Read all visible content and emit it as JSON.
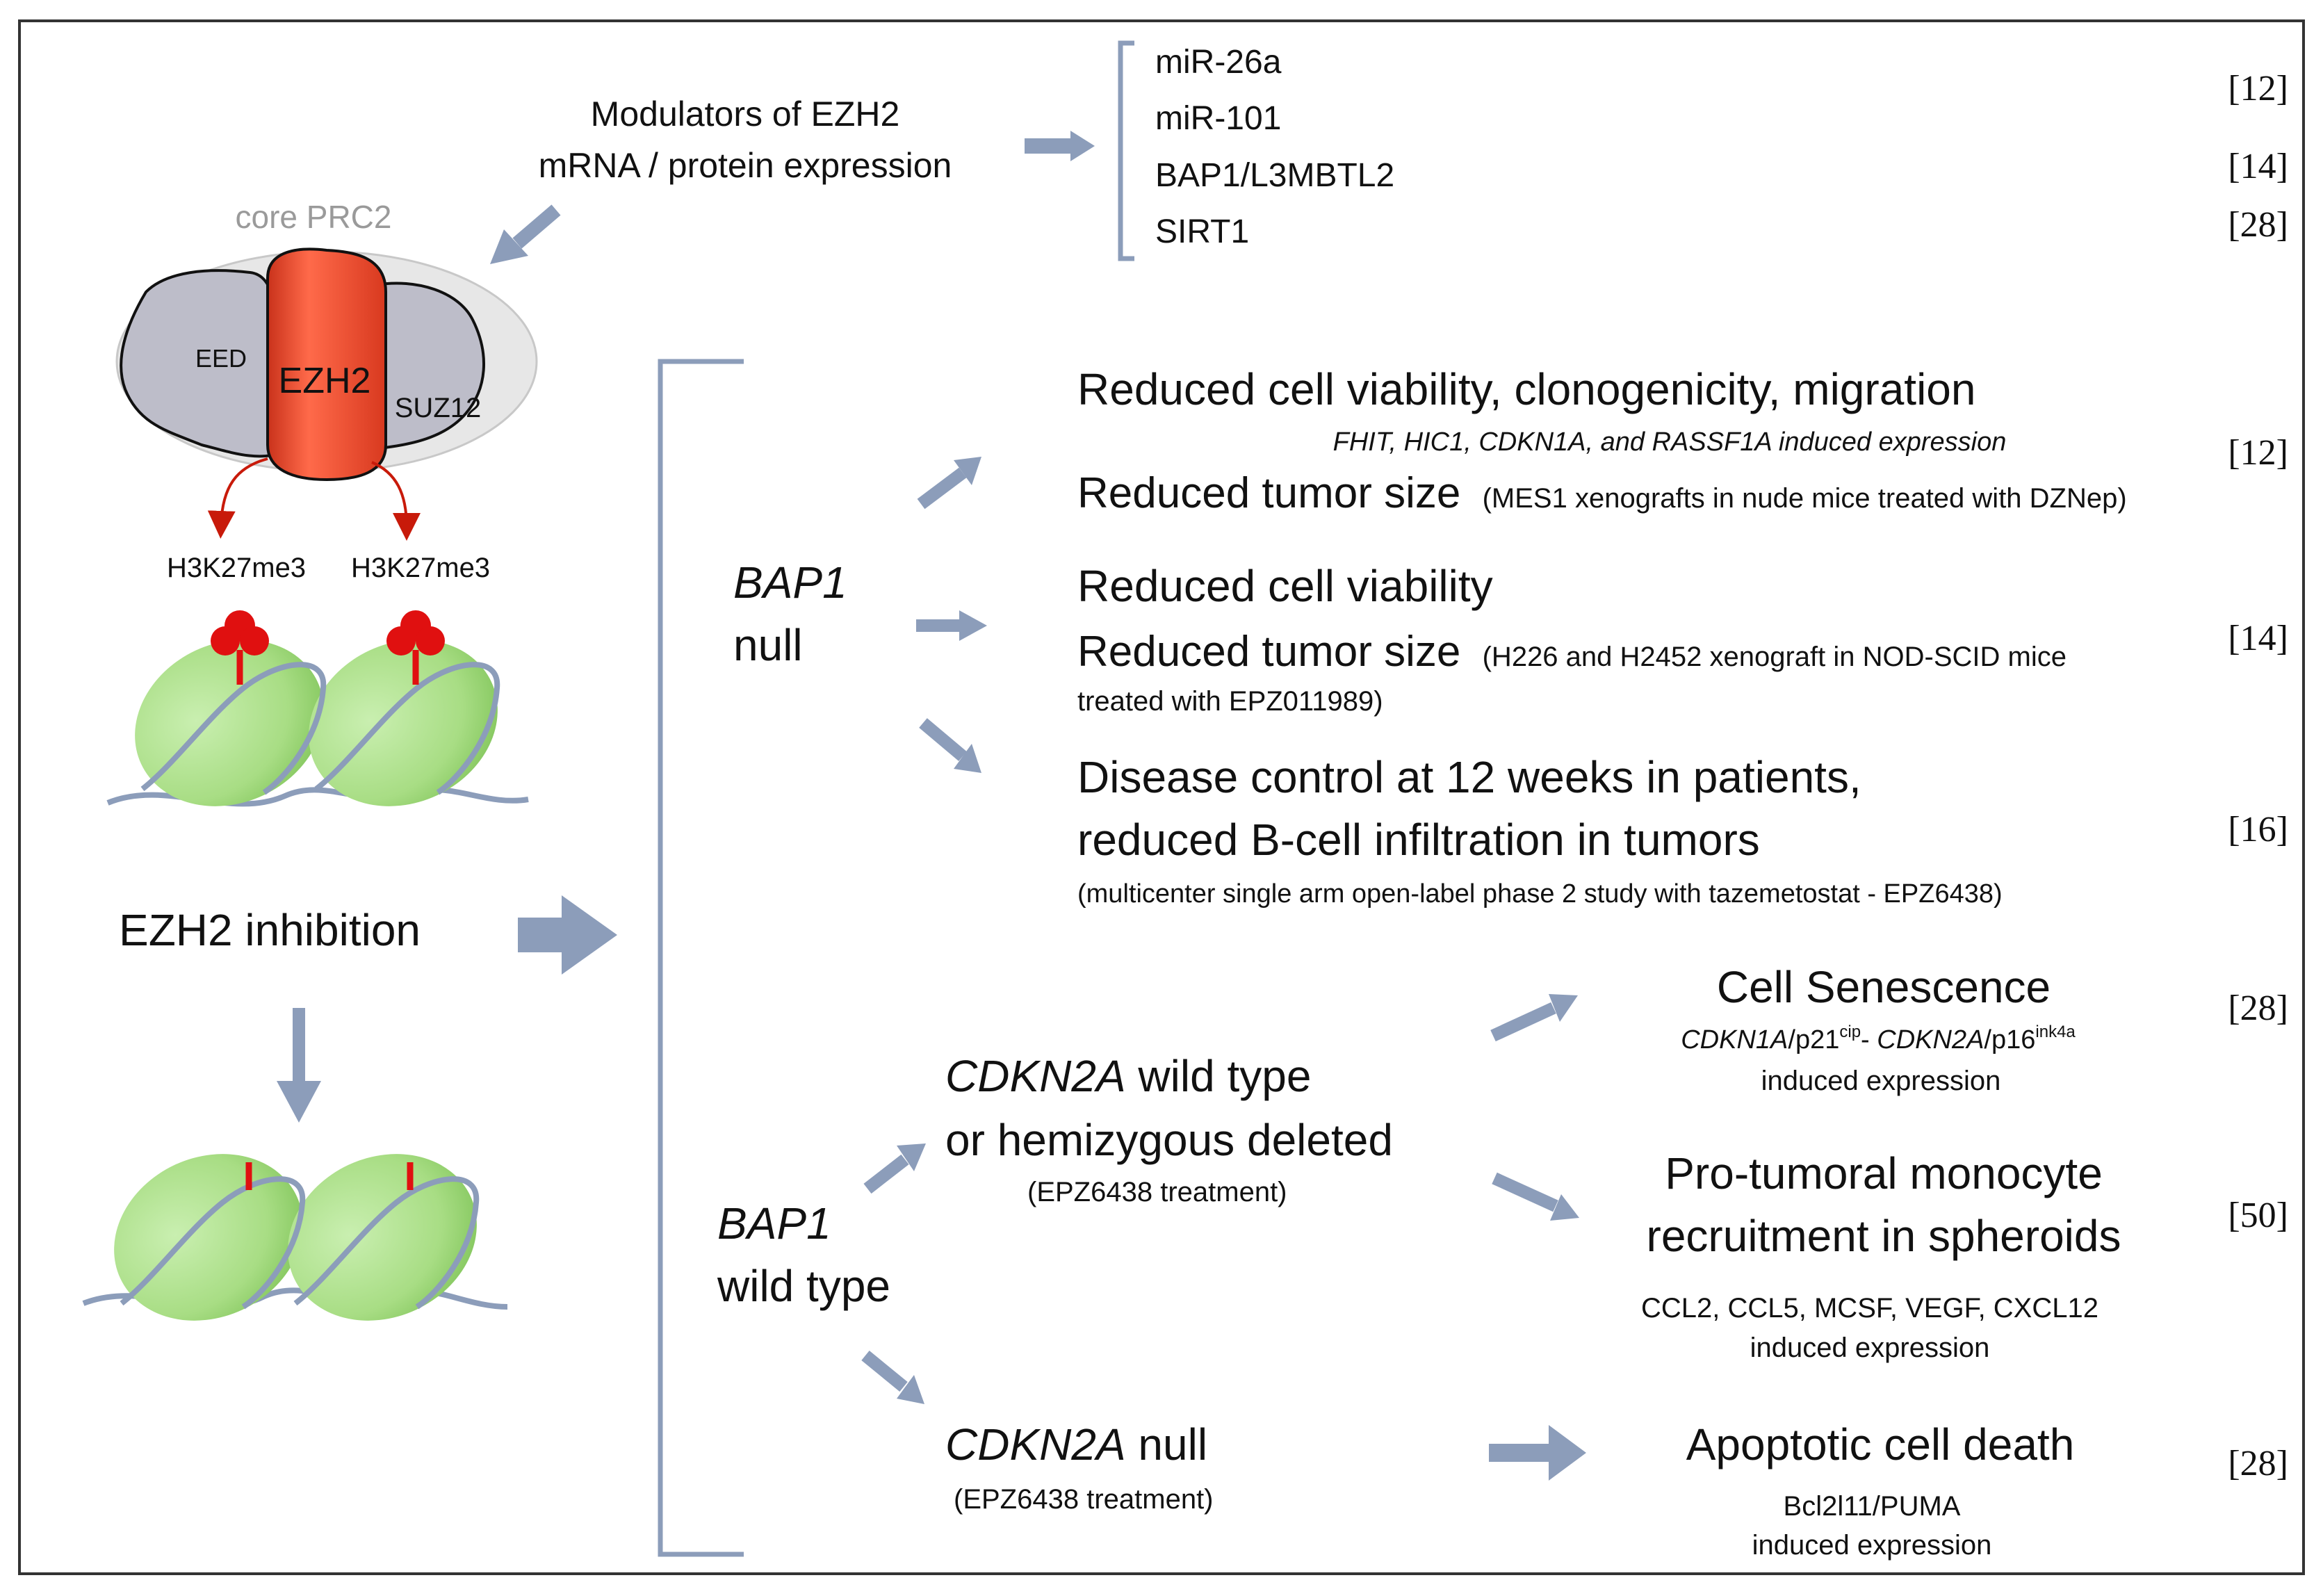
{
  "colors": {
    "arrow": "#8c9dba",
    "ezh2": "#e8472c",
    "mark": "#e01010",
    "nucleosome": "#a8dd84",
    "dna": "#8c9dba",
    "subunit": "#bdbdc9",
    "halo": "#e7e7e7"
  },
  "modulators": {
    "title_line1": "Modulators of EZH2",
    "title_line2": "mRNA / protein expression",
    "items": [
      "miR-26a",
      "miR-101",
      "BAP1/L3MBTL2",
      "SIRT1"
    ],
    "refs": [
      "[12]",
      "[14]",
      "[28]"
    ]
  },
  "prc2": {
    "label": "core PRC2",
    "eed": "EED",
    "ezh2": "EZH2",
    "suz12": "SUZ12",
    "mark_left": "H3K27me3",
    "mark_right": "H3K27me3"
  },
  "inhibition": {
    "label": "EZH2 inhibition"
  },
  "bap1_null": {
    "gene": "BAP1",
    "status": "null",
    "outcome1": {
      "title": "Reduced cell viability, clonogenicity, migration",
      "note": "FHIT, HIC1, CDKN1A, and RASSF1A induced expression",
      "line2_main": "Reduced tumor size",
      "line2_note": "(MES1 xenografts in nude mice treated with DZNep)",
      "ref": "[12]"
    },
    "outcome2": {
      "line1": "Reduced cell viability",
      "line2_main": "Reduced tumor size",
      "line2_note": "(H226 and H2452 xenograft in NOD-SCID mice",
      "line3": "treated with EPZ011989)",
      "ref": "[14]"
    },
    "outcome3": {
      "line1": "Disease control at 12 weeks in patients,",
      "line2": "reduced B-cell infiltration in tumors",
      "note": "(multicenter single arm open-label phase 2 study with tazemetostat - EPZ6438)",
      "ref": "[16]"
    }
  },
  "bap1_wt": {
    "gene": "BAP1",
    "status": "wild type",
    "cdkn2a_wt": {
      "gene": "CDKN2A",
      "line1_rest": " wild type",
      "line2": "or hemizygous deleted",
      "treatment": "(EPZ6438 treatment)"
    },
    "cdkn2a_null": {
      "gene": "CDKN2A",
      "rest": " null",
      "treatment": "(EPZ6438 treatment)"
    },
    "senescence": {
      "title": "Cell Senescence",
      "gene1": "CDKN1A",
      "p21": "/p21",
      "cip": "cip",
      "dash": "- ",
      "gene2": "CDKN2A",
      "p16": "/p16",
      "ink": "ink4a",
      "line2": "induced expression",
      "ref": "[28]"
    },
    "monocyte": {
      "line1": "Pro-tumoral monocyte",
      "line2": "recruitment in spheroids",
      "note1": "CCL2, CCL5, MCSF, VEGF, CXCL12",
      "note2": "induced expression",
      "ref": "[50]"
    },
    "apoptosis": {
      "title": "Apoptotic cell death",
      "note1": "Bcl2l11/PUMA",
      "note2": "induced expression",
      "ref": "[28]"
    }
  }
}
